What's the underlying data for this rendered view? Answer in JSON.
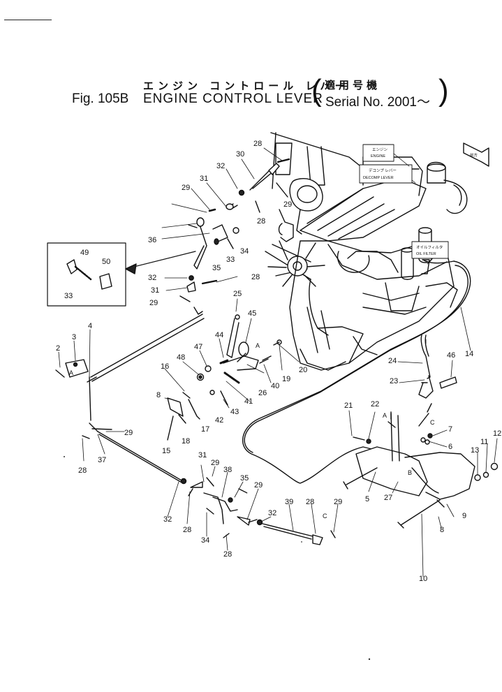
{
  "header": {
    "title_jp": "エンジン コントロール レバー",
    "fig_label": "Fig. 105B",
    "title_en": "ENGINE CONTROL LEVER",
    "serial_jp": "適用号機",
    "serial": "Serial No. 2001～"
  },
  "annotations": {
    "engine_jp": "エンジン",
    "engine": "ENGINE",
    "decomp_jp": "デコンプ レバー",
    "decomp": "DECOMP LEVER",
    "oil_filter_jp": "オイルフィルタ",
    "oil_filter": "OIL FILTER",
    "front_jp": "前方",
    "ref_a": "A",
    "ref_b": "B",
    "ref_c": "C"
  },
  "callouts": [
    "28",
    "30",
    "32",
    "29",
    "31",
    "28",
    "29",
    "36",
    "33",
    "34",
    "35",
    "49",
    "50",
    "33",
    "32",
    "31",
    "28",
    "29",
    "25",
    "45",
    "4",
    "3",
    "2",
    "48",
    "47",
    "44",
    "16",
    "8",
    "15",
    "18",
    "17",
    "42",
    "43",
    "41",
    "40",
    "26",
    "19",
    "20",
    "14",
    "24",
    "46",
    "23",
    "21",
    "22",
    "7",
    "6",
    "12",
    "11",
    "13",
    "9",
    "8",
    "10",
    "27",
    "5",
    "29",
    "37",
    "28",
    "31",
    "29",
    "38",
    "35",
    "29",
    "32",
    "39",
    "28",
    "29",
    "32",
    "28",
    "34",
    "28",
    "A",
    "B",
    "C"
  ]
}
